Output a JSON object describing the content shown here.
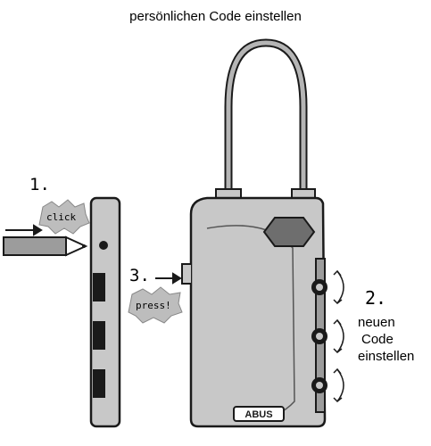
{
  "title": "persönlichen Code einstellen",
  "steps": {
    "step1": "1.",
    "step2": "2.",
    "step3": "3.",
    "step2_text": [
      "neuen",
      "Code",
      "einstellen"
    ]
  },
  "bursts": {
    "click": "click",
    "press": "press!"
  },
  "logo": "ABUS",
  "colors": {
    "body_fill": "#c8c8c8",
    "outline": "#1a1a1a",
    "shackle": "#b5b5b5",
    "button": "#6e6e6e",
    "burst": "#bdbdbd"
  }
}
